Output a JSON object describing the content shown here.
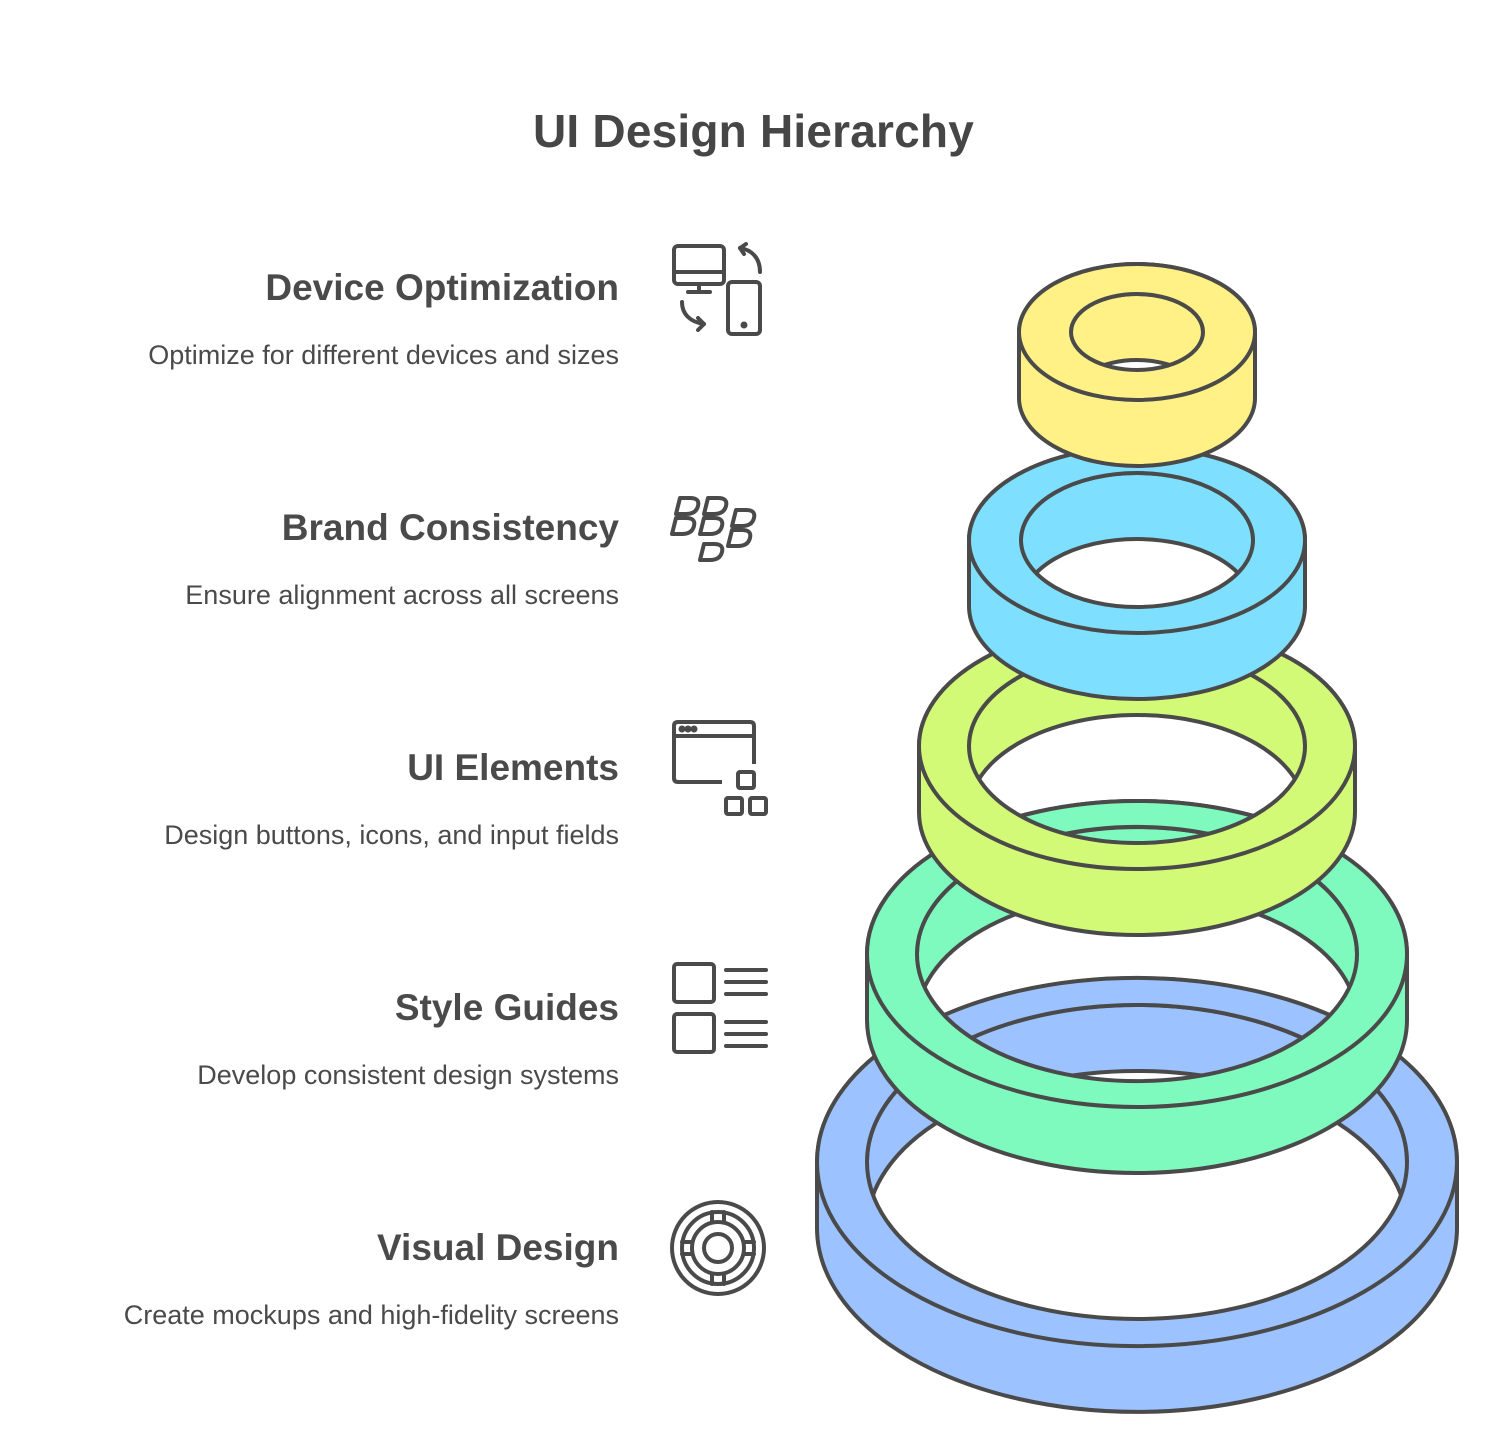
{
  "title": "UI Design Hierarchy",
  "levels": [
    {
      "heading": "Device Optimization",
      "description": "Optimize for different devices and sizes",
      "icon": "devices-sync-icon",
      "color": "#FFF185"
    },
    {
      "heading": "Brand Consistency",
      "description": "Ensure alignment across all screens",
      "icon": "brand-pattern-icon",
      "color": "#7FDFFF"
    },
    {
      "heading": "UI Elements",
      "description": "Design buttons, icons, and input fields",
      "icon": "window-components-icon",
      "color": "#D3FA76"
    },
    {
      "heading": "Style Guides",
      "description": "Develop consistent design systems",
      "icon": "list-checkboxes-icon",
      "color": "#7FFABE"
    },
    {
      "heading": "Visual Design",
      "description": "Create mockups and high-fidelity screens",
      "icon": "target-wheel-icon",
      "color": "#9CC2FF"
    }
  ],
  "stroke_color": "#4A4A4A"
}
